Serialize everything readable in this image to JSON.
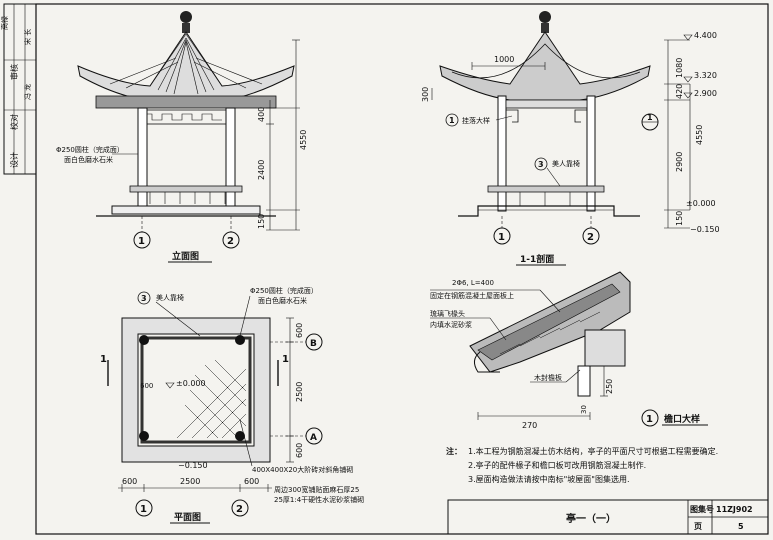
{
  "side_block": {
    "rows": [
      "审核",
      "校对",
      "设计",
      "",
      "",
      "",
      ""
    ],
    "signatures": [
      "高禄",
      "宋 长",
      "冯 龙"
    ]
  },
  "elevation": {
    "title": "立面图",
    "dims": {
      "h400": "400",
      "h2400": "2400",
      "h4550": "4550",
      "h150": "150"
    },
    "note_line1": "Φ250圆柱（完成面）",
    "note_line2": "面白色磨水石米",
    "axis1": "1",
    "axis2": "2"
  },
  "section": {
    "title": "1-1剖面",
    "dims": {
      "w1000": "1000",
      "h300": "300",
      "h1080": "1080",
      "h420": "420",
      "h4550": "4550",
      "h2900": "2900",
      "h150": "150"
    },
    "elev": {
      "e4400": "4.400",
      "e3320": "3.320",
      "e2900": "2.900",
      "e0000": "±0.000",
      "em0150": "−0.150"
    },
    "label_beam_index": "1",
    "label_beam": "挂落大样",
    "label_seat_index": "3",
    "label_seat": "美人靠椅",
    "detail_index": "1",
    "axis1": "1",
    "axis2": "2"
  },
  "plan": {
    "title": "平面图",
    "seat_index": "3",
    "seat_label": "美人靠椅",
    "col_note1": "Φ250圆柱（完成面）",
    "col_note2": "面白色磨水石米",
    "level": "±0.000",
    "level2": "−0.150",
    "floor_note": "400X400X20大阶砖对斜角铺砌",
    "edge_note1": "周边300宽铺贴面麻石厚25",
    "edge_note2": "25厚1:4干硬性水泥砂浆铺砌",
    "dims": {
      "d600a": "600",
      "d2500": "2500",
      "d600b": "600",
      "v600a": "600",
      "v2500": "2500",
      "v600b": "600",
      "inner": "600"
    },
    "axisA": "A",
    "axisB": "B",
    "axis1": "1",
    "axis2": "2",
    "cut": "1"
  },
  "eave_detail": {
    "title": "檐口大样",
    "index": "1",
    "rebar": "2Φ6, L=400",
    "note1": "固定在钢筋混凝土屋面板上",
    "note2": "琉璃飞椽头",
    "note3": "内填水泥砂浆",
    "board": "木封檐板",
    "d270": "270",
    "d250": "250",
    "d30": "30"
  },
  "notes": {
    "prefix": "注：",
    "n1": "1.本工程为钢筋混凝土仿木结构，亭子的平面尺寸可根据工程需要确定.",
    "n2": "2.亭子的配件椽子和檐口板可改用钢筋混凝土制作.",
    "n3": "3.屋面构造做法请按中南标\"坡屋面\"图集选用."
  },
  "title_block": {
    "title": "亭一（一）",
    "atlas_label": "图集号",
    "atlas_value": "11ZJ902",
    "page_label": "页",
    "page_value": "5"
  }
}
